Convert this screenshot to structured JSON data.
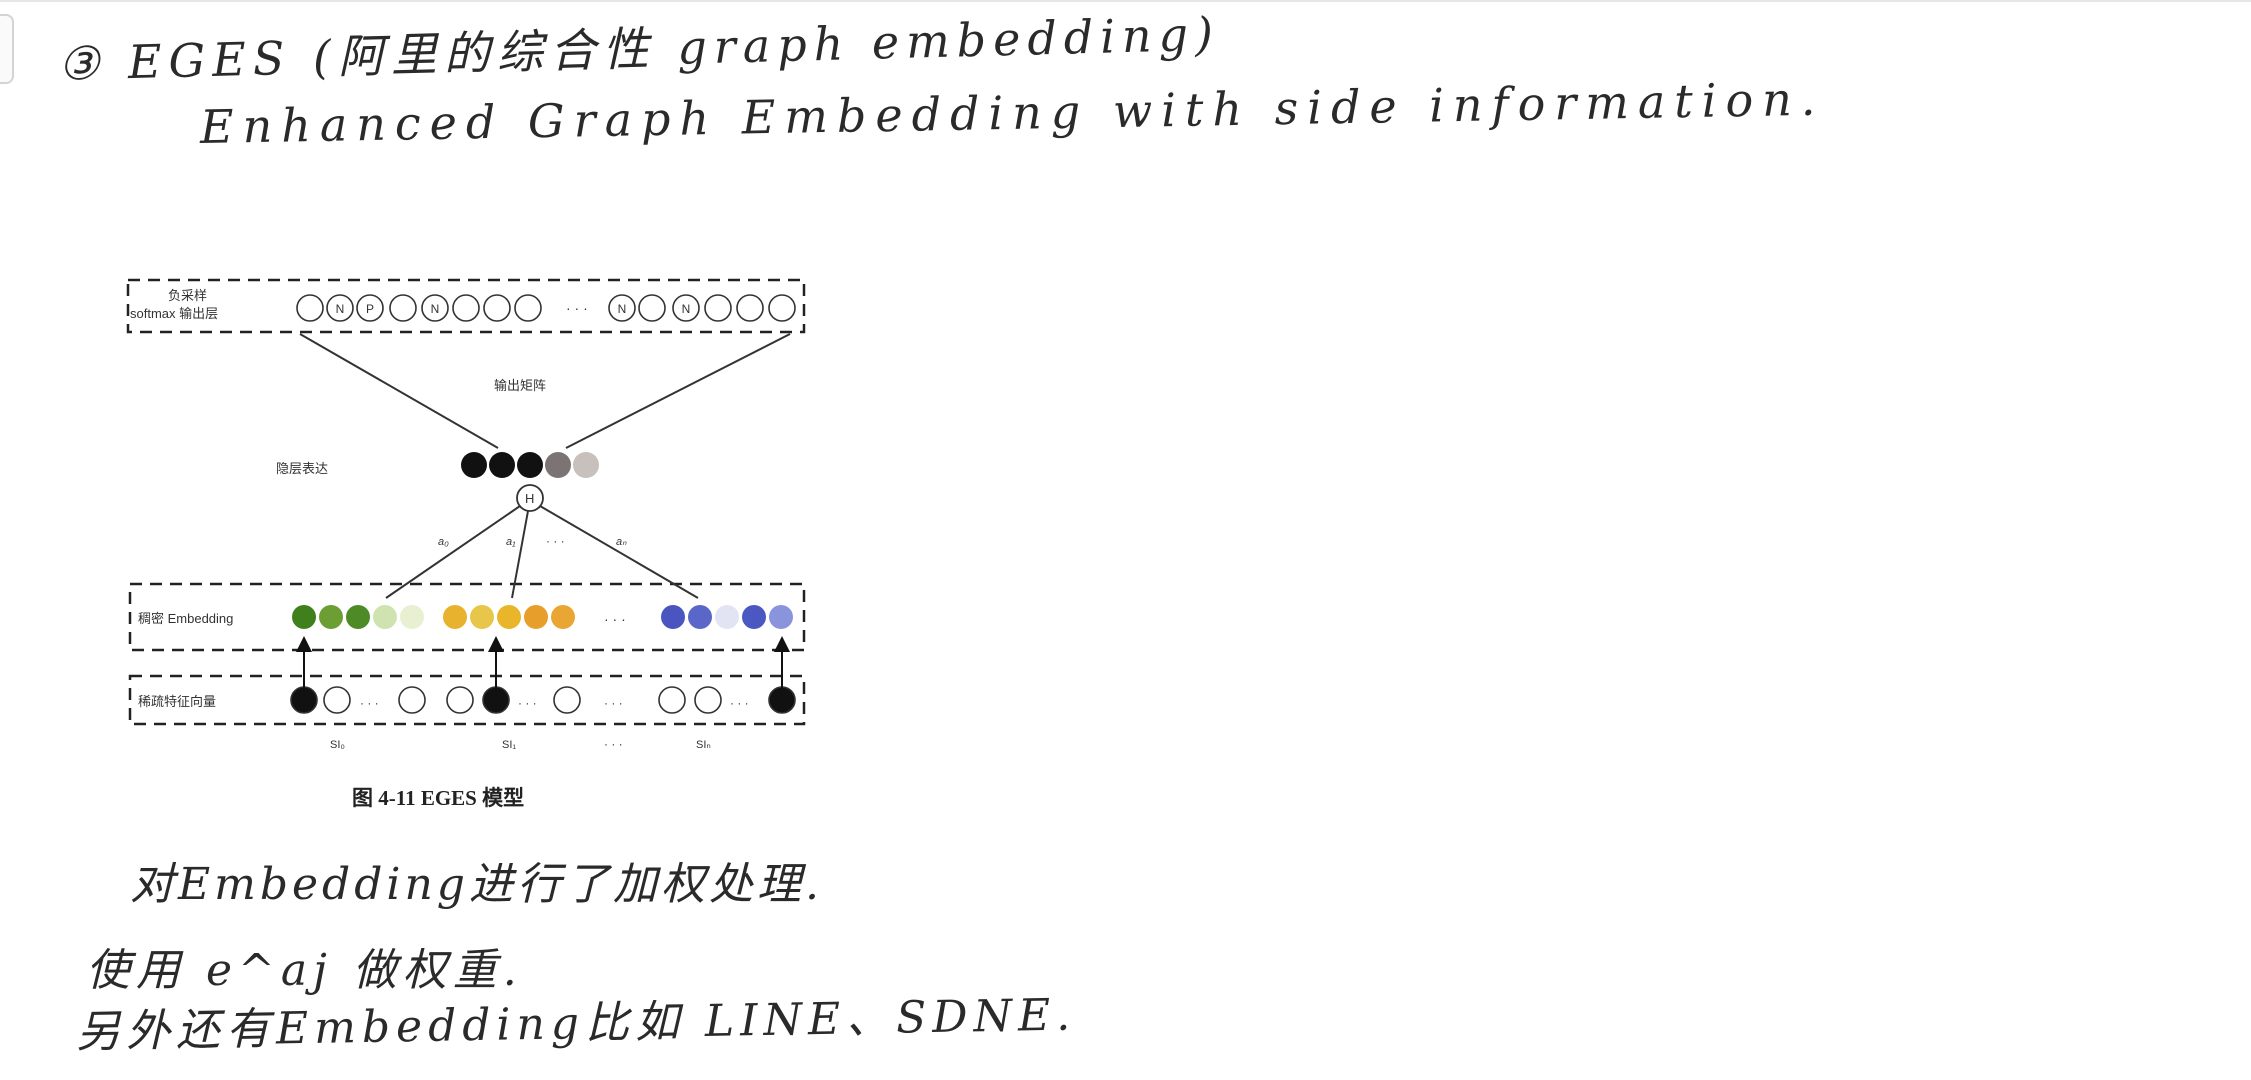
{
  "handwriting": {
    "line1": "③ EGES (阿里的综合性 graph embedding)",
    "line2": "Enhanced Graph Embedding with side information.",
    "line3": "对Embedding进行了加权处理.",
    "line4": "使用 e^aj 做权重.",
    "line5": "另外还有Embedding比如 LINE、SDNE."
  },
  "figure": {
    "softmax_label_line1": "负采样",
    "softmax_label_line2": "softmax 输出层",
    "output_matrix_label": "输出矩阵",
    "hidden_label": "隐层表达",
    "dense_label": "稠密 Embedding",
    "sparse_label": "稀疏特征向量",
    "h_node": "H",
    "ellipsis": "· · ·",
    "output_nodes": [
      "",
      "N",
      "P",
      "",
      "N",
      "",
      "",
      "",
      "N",
      "",
      "N",
      "",
      "",
      ""
    ],
    "alpha_labels": [
      "a₀",
      "a₁",
      "· · ·",
      "aₙ"
    ],
    "si_labels": [
      "SI₀",
      "SI₁",
      "· · ·",
      "SIₙ"
    ],
    "caption": "图 4-11    EGES 模型"
  },
  "colors": {
    "greens": [
      "#3f7f1c",
      "#6c9e34",
      "#4e8a26",
      "#cfe3b0",
      "#e8f0d2"
    ],
    "yellows": [
      "#e8b22e",
      "#e8c64a",
      "#e9b52a",
      "#e89e2a",
      "#eaa632"
    ],
    "blues": [
      "#4a55c0",
      "#5a66c8",
      "#e3e4f3",
      "#4c58c2",
      "#8a94dc"
    ],
    "hidden": [
      "#111111",
      "#111111",
      "#111111",
      "#7c7474",
      "#c8c0bc"
    ]
  }
}
